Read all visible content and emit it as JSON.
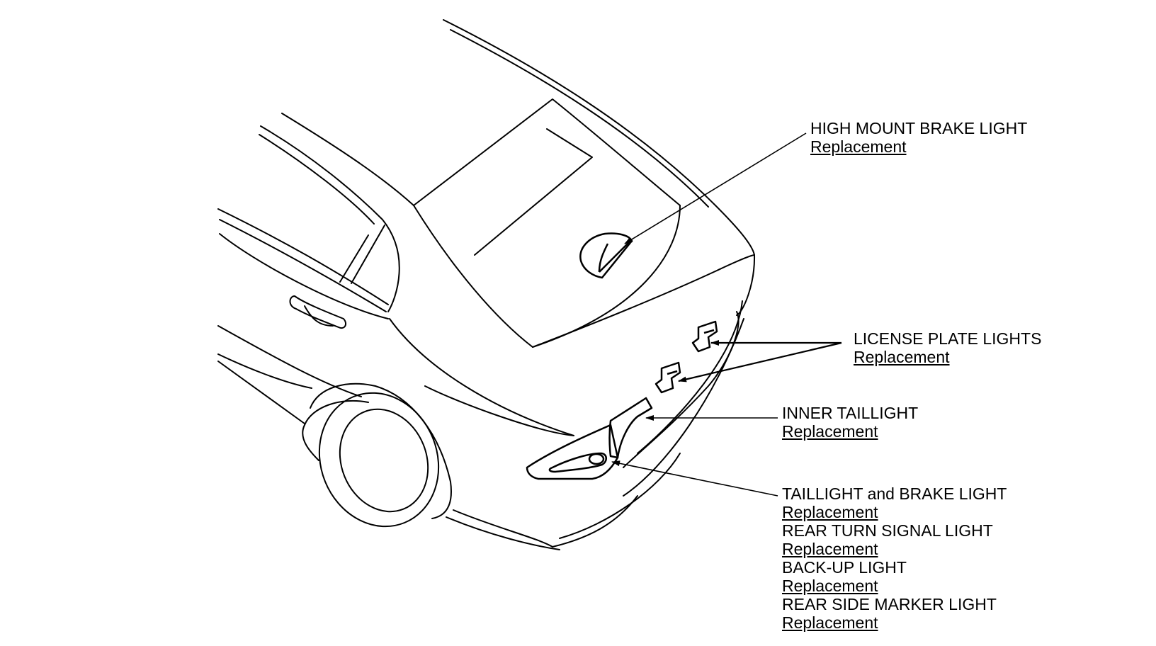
{
  "callouts": {
    "high_mount_brake_light": {
      "title": "HIGH MOUNT BRAKE LIGHT",
      "link": "Replacement"
    },
    "license_plate_lights": {
      "title": "LICENSE PLATE LIGHTS",
      "link": "Replacement"
    },
    "inner_taillight": {
      "title": "INNER TAILLIGHT",
      "link": "Replacement"
    },
    "rear_group": [
      {
        "title": "TAILLIGHT and BRAKE LIGHT",
        "link": "Replacement"
      },
      {
        "title": "REAR TURN SIGNAL LIGHT",
        "link": "Replacement"
      },
      {
        "title": "BACK-UP LIGHT",
        "link": "Replacement"
      },
      {
        "title": "REAR SIDE MARKER LIGHT",
        "link": "Replacement"
      }
    ]
  },
  "colors": {
    "line": "#000000",
    "background": "#ffffff"
  }
}
